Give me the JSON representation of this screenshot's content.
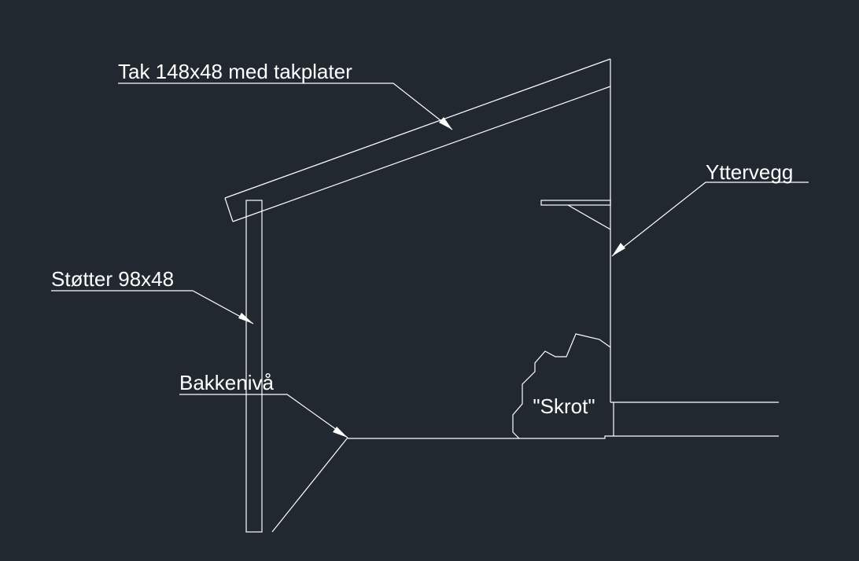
{
  "labels": {
    "roof": "Tak 148x48 med takplater",
    "wall": "Yttervegg",
    "post": "Støtter 98x48",
    "ground": "Bakkenivå",
    "scrap": "\"Skrot\""
  },
  "colors": {
    "background": "#212830",
    "lines": "#ffffff"
  }
}
